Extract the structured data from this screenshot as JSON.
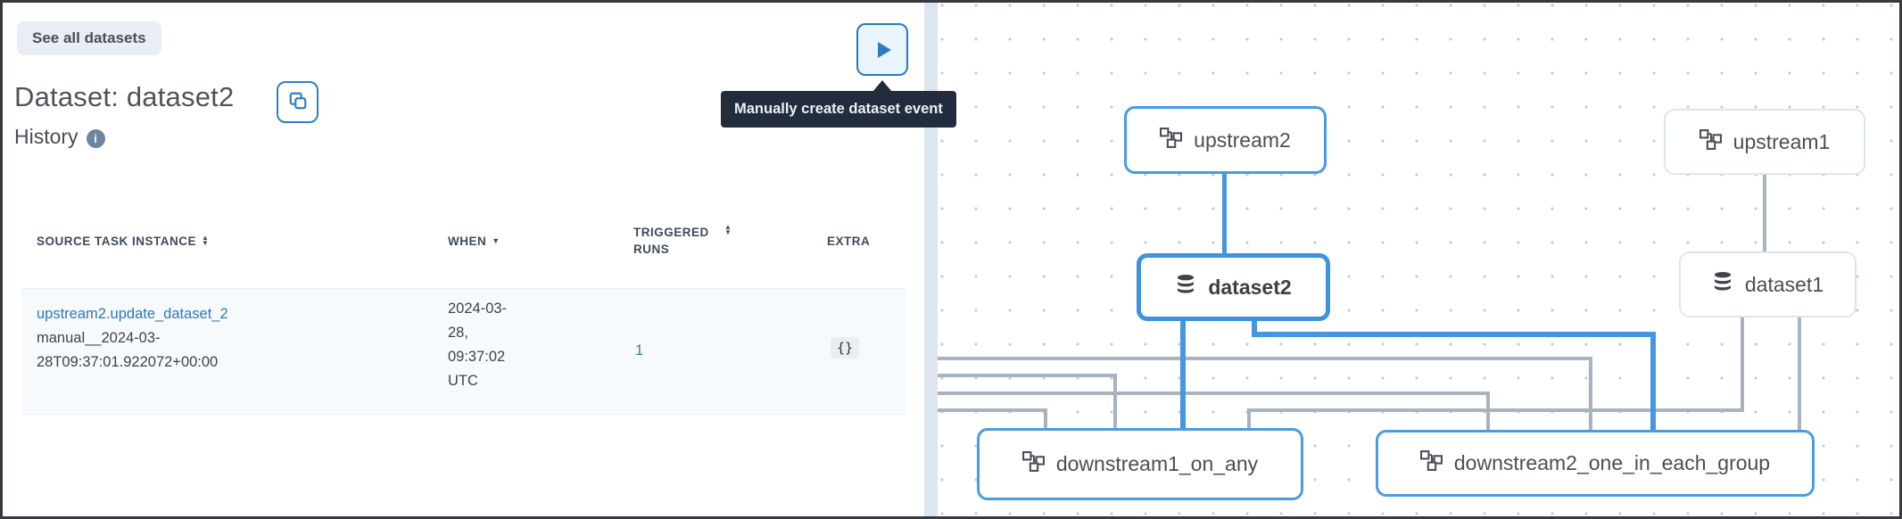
{
  "page": {
    "see_all_datasets_button": "See all datasets",
    "title": "Dataset: dataset2",
    "history_label": "History",
    "create_event_tooltip": "Manually create dataset event"
  },
  "table": {
    "columns": [
      {
        "label": "SOURCE TASK INSTANCE",
        "sort": "sortable"
      },
      {
        "label": "WHEN",
        "sort": "desc"
      },
      {
        "label": "TRIGGERED RUNS",
        "sort": "sortable"
      },
      {
        "label": "EXTRA",
        "sort": "none"
      }
    ],
    "rows": [
      {
        "source_task_instance": "upstream2.update_dataset_2",
        "source_run_id": "manual__2024-03-28T09:37:01.922072+00:00",
        "when": "2024-03-28, 09:37:02 UTC",
        "triggered_runs": "1",
        "extra": "{}"
      }
    ]
  },
  "graph": {
    "nodes": [
      {
        "id": "upstream2",
        "label": "upstream2",
        "type": "dag",
        "highlighted": true
      },
      {
        "id": "upstream1",
        "label": "upstream1",
        "type": "dag",
        "highlighted": false
      },
      {
        "id": "dataset2",
        "label": "dataset2",
        "type": "dataset",
        "highlighted": true,
        "selected": true
      },
      {
        "id": "dataset1",
        "label": "dataset1",
        "type": "dataset",
        "highlighted": false
      },
      {
        "id": "downstream1_on_any",
        "label": "downstream1_on_any",
        "type": "dag",
        "highlighted": true
      },
      {
        "id": "downstream2_one_in_each_group",
        "label": "downstream2_one_in_each_group",
        "type": "dag",
        "highlighted": true
      }
    ],
    "edges": [
      {
        "from": "upstream2",
        "to": "dataset2",
        "highlighted": true
      },
      {
        "from": "upstream1",
        "to": "dataset1",
        "highlighted": false
      },
      {
        "from": "dataset2",
        "to": "downstream1_on_any",
        "highlighted": true
      },
      {
        "from": "dataset2",
        "to": "downstream2_one_in_each_group",
        "highlighted": true
      },
      {
        "from": "dataset1",
        "to": "downstream1_on_any",
        "highlighted": false
      },
      {
        "from": "dataset1",
        "to": "downstream2_one_in_each_group",
        "highlighted": false
      },
      {
        "from": "offscreen-left-1",
        "to": "downstream2_one_in_each_group",
        "highlighted": false
      },
      {
        "from": "offscreen-left-2",
        "to": "downstream1_on_any",
        "highlighted": false
      },
      {
        "from": "offscreen-left-3",
        "to": "downstream2_one_in_each_group",
        "highlighted": false
      },
      {
        "from": "offscreen-left-4",
        "to": "downstream1_on_any",
        "highlighted": false
      }
    ]
  },
  "icons": {
    "copy": "copy-icon",
    "info": "i",
    "play": "play-triangle",
    "sort_asc_desc": "▲▼",
    "sort_desc": "▼",
    "dag_node": "dag-icon",
    "dataset_node": "database-icon"
  },
  "colors": {
    "accent_blue": "#4496e0",
    "edge_gray": "#a7b3c0",
    "node_dim_border": "#dde6ee",
    "tooltip_bg": "#222c3d",
    "row_bg": "#f7fafc",
    "button_bg": "#e8eef4",
    "divider": "#dde6ee",
    "link": "#2e77bb"
  }
}
